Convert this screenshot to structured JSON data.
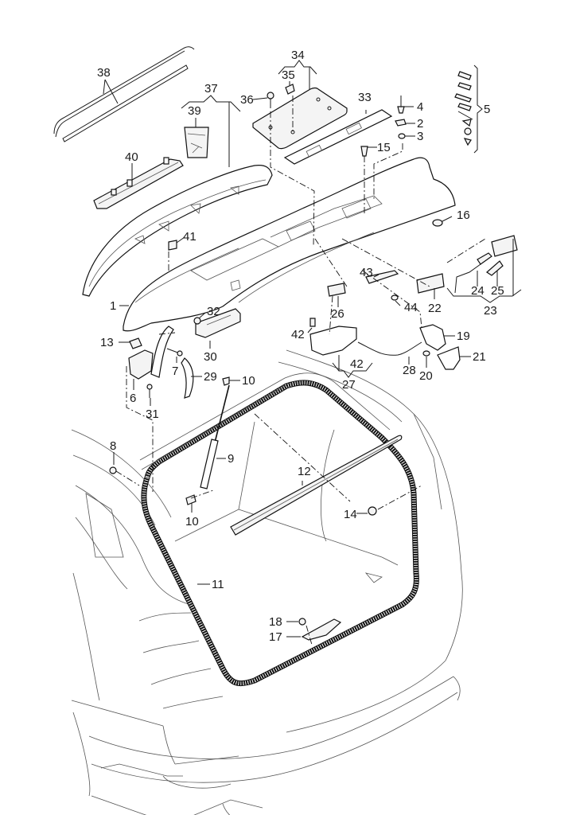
{
  "diagram": {
    "title": "Tailgate / rear lid exploded parts diagram",
    "parts": [
      {
        "id": "1",
        "label": "1",
        "name": "tailgate-inner-panel"
      },
      {
        "id": "2",
        "label": "2",
        "name": "retainer-clip"
      },
      {
        "id": "3",
        "label": "3",
        "name": "grommet"
      },
      {
        "id": "4",
        "label": "4",
        "name": "expanding-rivet"
      },
      {
        "id": "5",
        "label": "5",
        "name": "fastener-set"
      },
      {
        "id": "6",
        "label": "6",
        "name": "hinge-bracket"
      },
      {
        "id": "7",
        "label": "7",
        "name": "hinge-bolt"
      },
      {
        "id": "8",
        "label": "8",
        "name": "nut"
      },
      {
        "id": "9",
        "label": "9",
        "name": "gas-strut"
      },
      {
        "id": "10a",
        "label": "10",
        "name": "ball-stud-upper"
      },
      {
        "id": "10b",
        "label": "10",
        "name": "ball-stud-lower"
      },
      {
        "id": "11",
        "label": "11",
        "name": "door-seal"
      },
      {
        "id": "12",
        "label": "12",
        "name": "sill-trim-strip"
      },
      {
        "id": "13",
        "label": "13",
        "name": "buffer"
      },
      {
        "id": "14",
        "label": "14",
        "name": "adjustable-stop"
      },
      {
        "id": "15",
        "label": "15",
        "name": "spreader-nut"
      },
      {
        "id": "16",
        "label": "16",
        "name": "cap"
      },
      {
        "id": "17",
        "label": "17",
        "name": "striker-plate"
      },
      {
        "id": "18",
        "label": "18",
        "name": "striker-nut"
      },
      {
        "id": "19",
        "label": "19",
        "name": "lock-mechanism"
      },
      {
        "id": "20",
        "label": "20",
        "name": "lock-screw"
      },
      {
        "id": "21",
        "label": "21",
        "name": "lock-cover"
      },
      {
        "id": "22",
        "label": "22",
        "name": "handle-trim"
      },
      {
        "id": "23",
        "label": "23",
        "name": "release-switch-assembly"
      },
      {
        "id": "24",
        "label": "24",
        "name": "wiring-harness"
      },
      {
        "id": "25",
        "label": "25",
        "name": "connector"
      },
      {
        "id": "26",
        "label": "26",
        "name": "interior-light"
      },
      {
        "id": "27",
        "label": "27",
        "name": "closing-motor-assembly"
      },
      {
        "id": "28",
        "label": "28",
        "name": "bowden-cable"
      },
      {
        "id": "29",
        "label": "29",
        "name": "hinge-cover"
      },
      {
        "id": "30",
        "label": "30",
        "name": "drive-unit"
      },
      {
        "id": "31",
        "label": "31",
        "name": "hinge-screw"
      },
      {
        "id": "32",
        "label": "32",
        "name": "drive-nut"
      },
      {
        "id": "33",
        "label": "33",
        "name": "gasket"
      },
      {
        "id": "34",
        "label": "34",
        "name": "cover-plate-assembly"
      },
      {
        "id": "35",
        "label": "35",
        "name": "clip-nut"
      },
      {
        "id": "36",
        "label": "36",
        "name": "tapping-screw"
      },
      {
        "id": "37",
        "label": "37",
        "name": "spoiler-assembly"
      },
      {
        "id": "38",
        "label": "38",
        "name": "weatherstrip-pair"
      },
      {
        "id": "39",
        "label": "39",
        "name": "adhesive-pack"
      },
      {
        "id": "40",
        "label": "40",
        "name": "brake-light"
      },
      {
        "id": "41",
        "label": "41",
        "name": "spoiler-nut"
      },
      {
        "id": "42a",
        "label": "42",
        "name": "motor-screw"
      },
      {
        "id": "42b",
        "label": "42",
        "name": "motor-screw-group"
      },
      {
        "id": "43",
        "label": "43",
        "name": "guide-piece"
      },
      {
        "id": "44",
        "label": "44",
        "name": "guide-nut"
      }
    ]
  }
}
